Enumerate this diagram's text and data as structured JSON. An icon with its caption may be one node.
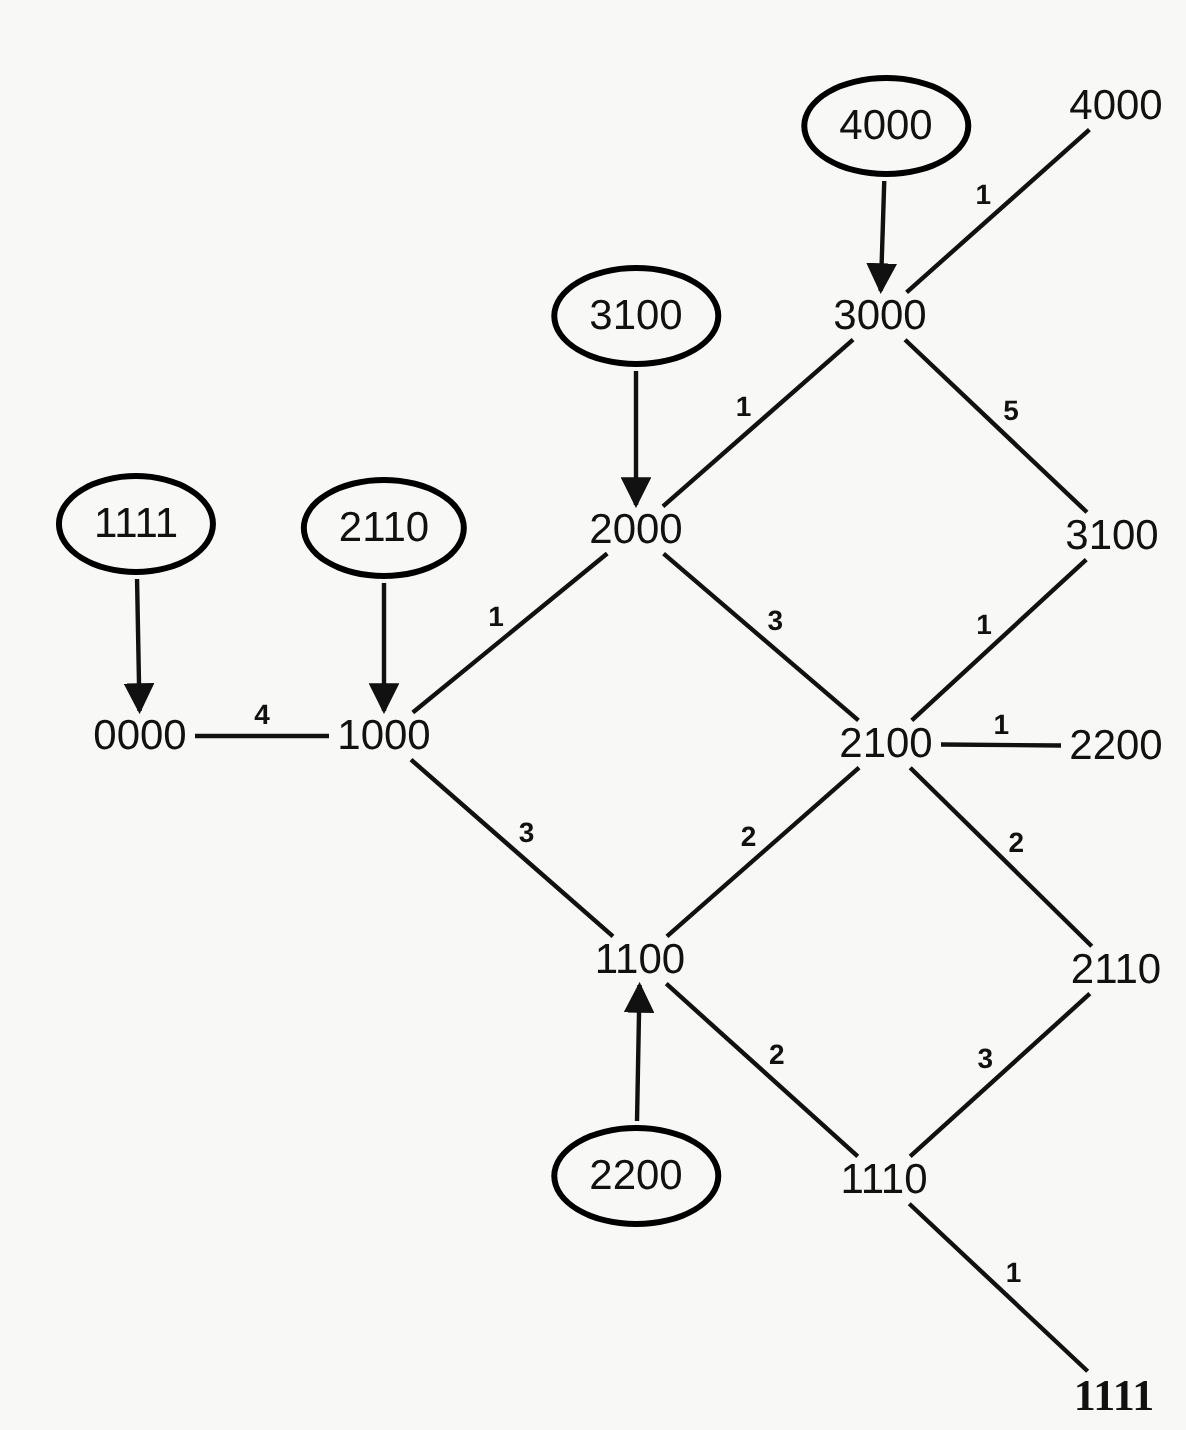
{
  "diagram": {
    "nodes": [
      {
        "text": [
          "4000"
        ]
      },
      {
        "text": [
          "4000"
        ]
      },
      {
        "text": [
          "3100"
        ]
      },
      {
        "text": [
          "3000"
        ]
      },
      {
        "text": [
          "1111"
        ]
      },
      {
        "text": [
          "2110"
        ]
      },
      {
        "text": [
          "2000"
        ]
      },
      {
        "text": [
          "3100"
        ]
      },
      {
        "text": [
          "0000"
        ]
      },
      {
        "text": [
          "1000"
        ]
      },
      {
        "text": [
          "2100"
        ]
      },
      {
        "text": [
          "2200"
        ]
      },
      {
        "text": [
          "1100"
        ]
      },
      {
        "text": [
          "2110"
        ]
      },
      {
        "text": [
          "2200"
        ]
      },
      {
        "text": [
          "1110"
        ]
      },
      {
        "text": [
          "1111"
        ]
      }
    ],
    "edges": [
      {
        "from": 0,
        "to": 3,
        "arrow": "to"
      },
      {
        "from": 2,
        "to": 6,
        "arrow": "to"
      },
      {
        "from": 4,
        "to": 8,
        "arrow": "to"
      },
      {
        "from": 5,
        "to": 9,
        "arrow": "to"
      },
      {
        "from": 14,
        "to": 12,
        "arrow": "to"
      },
      {
        "from": 8,
        "to": 9,
        "arrow": "none",
        "label": "4"
      },
      {
        "from": 9,
        "to": 6,
        "arrow": "none",
        "label": "1"
      },
      {
        "from": 9,
        "to": 12,
        "arrow": "none",
        "label": "3"
      },
      {
        "from": 6,
        "to": 3,
        "arrow": "none",
        "label": "1"
      },
      {
        "from": 6,
        "to": 10,
        "arrow": "none",
        "label": "3"
      },
      {
        "from": 3,
        "to": 1,
        "arrow": "none",
        "label": "1"
      },
      {
        "from": 3,
        "to": 7,
        "arrow": "none",
        "label": "5"
      },
      {
        "from": 7,
        "to": 10,
        "arrow": "none",
        "label": "1"
      },
      {
        "from": 10,
        "to": 11,
        "arrow": "none",
        "label": "1"
      },
      {
        "from": 12,
        "to": 10,
        "arrow": "none",
        "label": "2"
      },
      {
        "from": 12,
        "to": 15,
        "arrow": "none",
        "label": "2"
      },
      {
        "from": 10,
        "to": 13,
        "arrow": "none",
        "label": "2"
      },
      {
        "from": 13,
        "to": 15,
        "arrow": "none",
        "label": "3"
      },
      {
        "from": 15,
        "to": 16,
        "arrow": "none",
        "label": "1"
      }
    ]
  }
}
